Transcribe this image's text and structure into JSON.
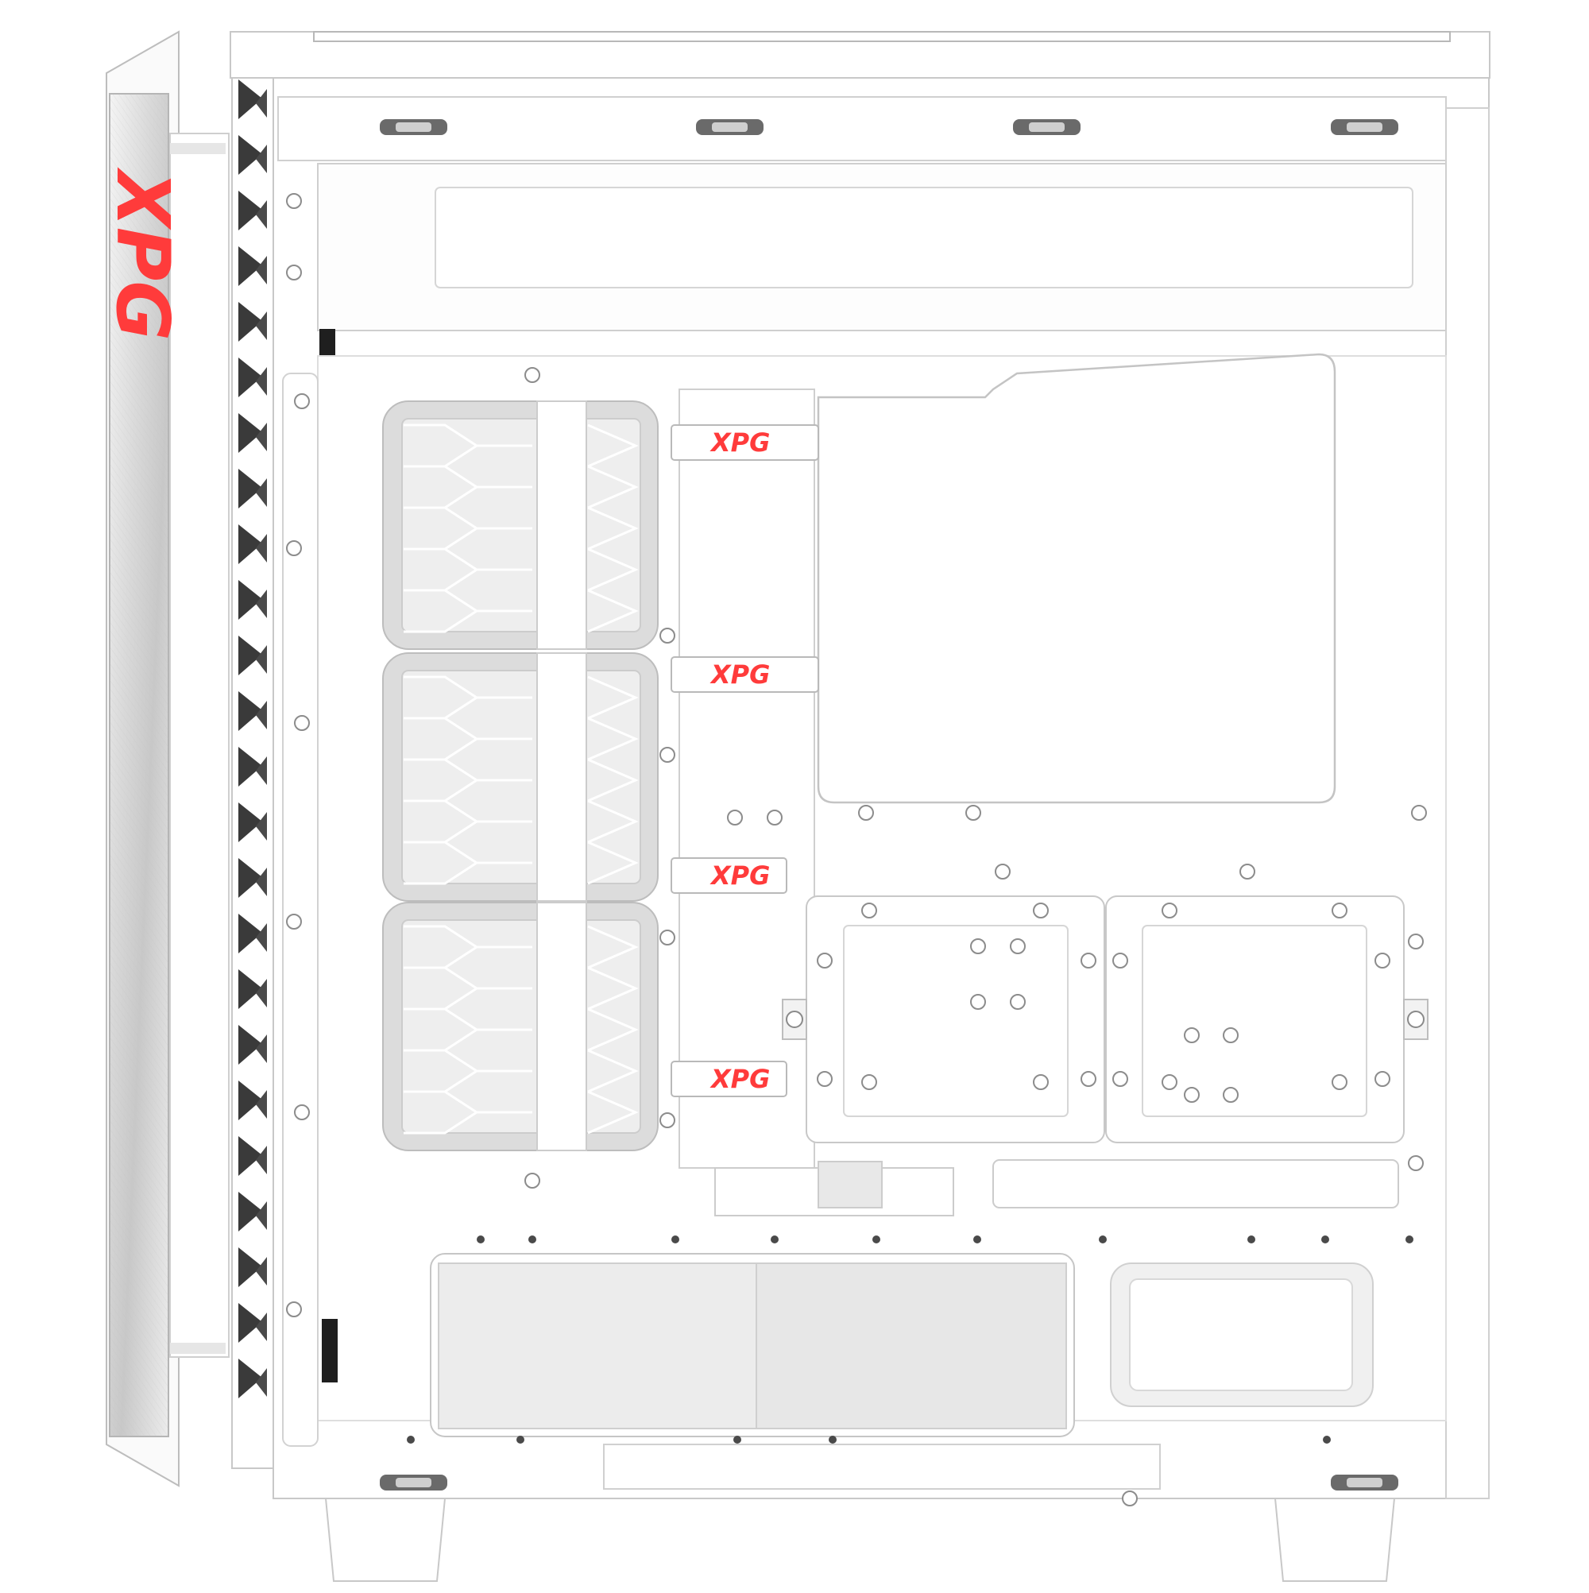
{
  "product": {
    "description": "White PC case interior side view",
    "brand_logo_text": "XPG",
    "brand_color": "#ff3b3b",
    "body_color": "#ffffff",
    "outline_color": "#c9c9c9",
    "panel_color": "#f1f1f1",
    "mesh_color": "#e6e6e6",
    "vent_color": "#3a3a3a"
  },
  "front_panel": {
    "logo_text": "XPG",
    "finish": "brushed-metal"
  },
  "cable_straps": [
    {
      "label": "XPG"
    },
    {
      "label": "XPG"
    },
    {
      "label": "XPG"
    },
    {
      "label": "XPG"
    }
  ],
  "fan_mounts": [
    {
      "name": "front-fan-top"
    },
    {
      "name": "front-fan-middle"
    },
    {
      "name": "front-fan-bottom"
    }
  ],
  "drive_trays": [
    {
      "name": "ssd-tray-left"
    },
    {
      "name": "ssd-tray-right"
    }
  ]
}
